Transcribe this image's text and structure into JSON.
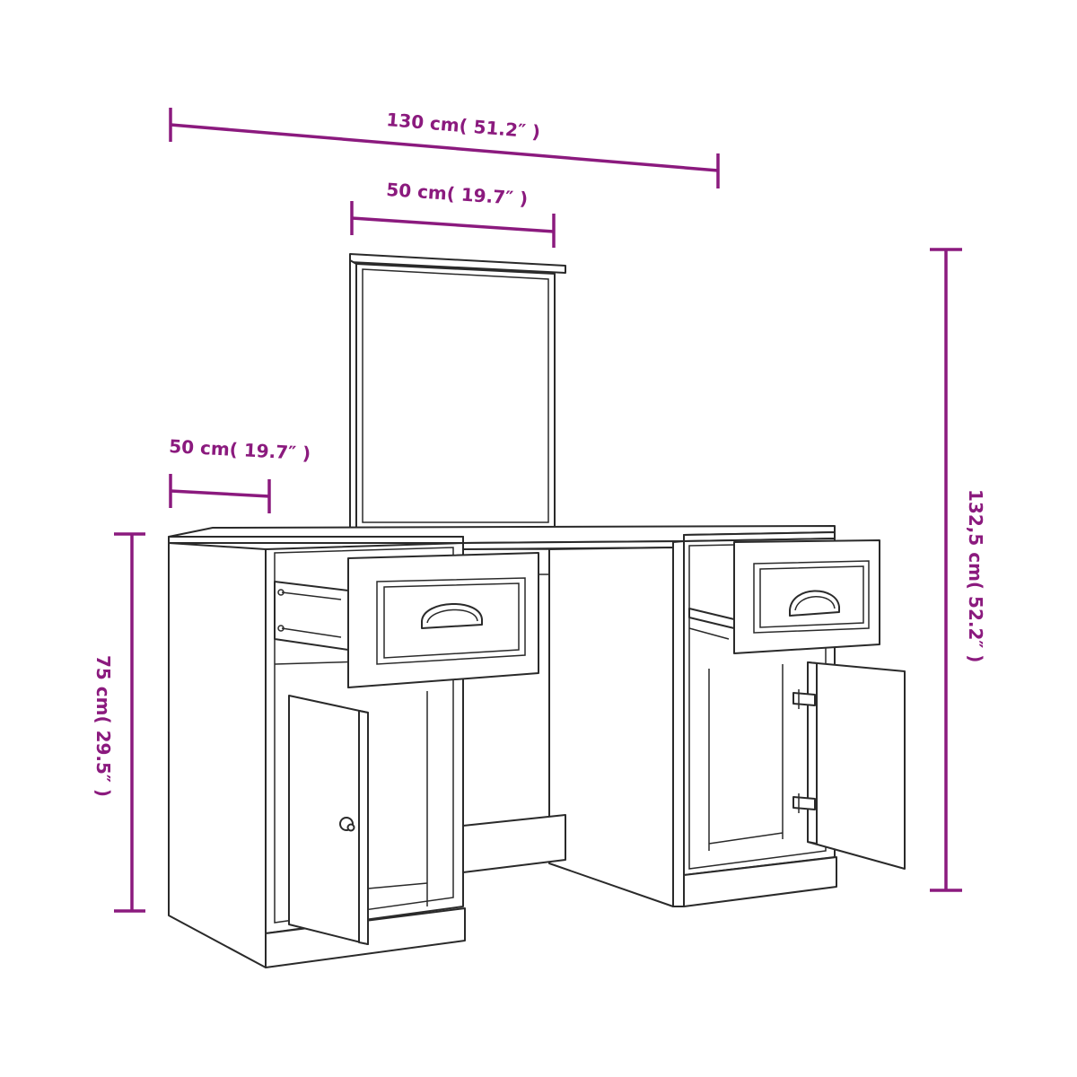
{
  "colors": {
    "dimension": "#8b1a7e",
    "outline": "#2a2a2a",
    "background": "#ffffff"
  },
  "dimensions": {
    "total_width": "130 cm( 51.2″ )",
    "mirror_width": "50 cm( 19.7″ )",
    "depth": "50 cm( 19.7″ )",
    "table_height": "75 cm( 29.5″ )",
    "total_height": "132,5 cm( 52.2″ )"
  }
}
